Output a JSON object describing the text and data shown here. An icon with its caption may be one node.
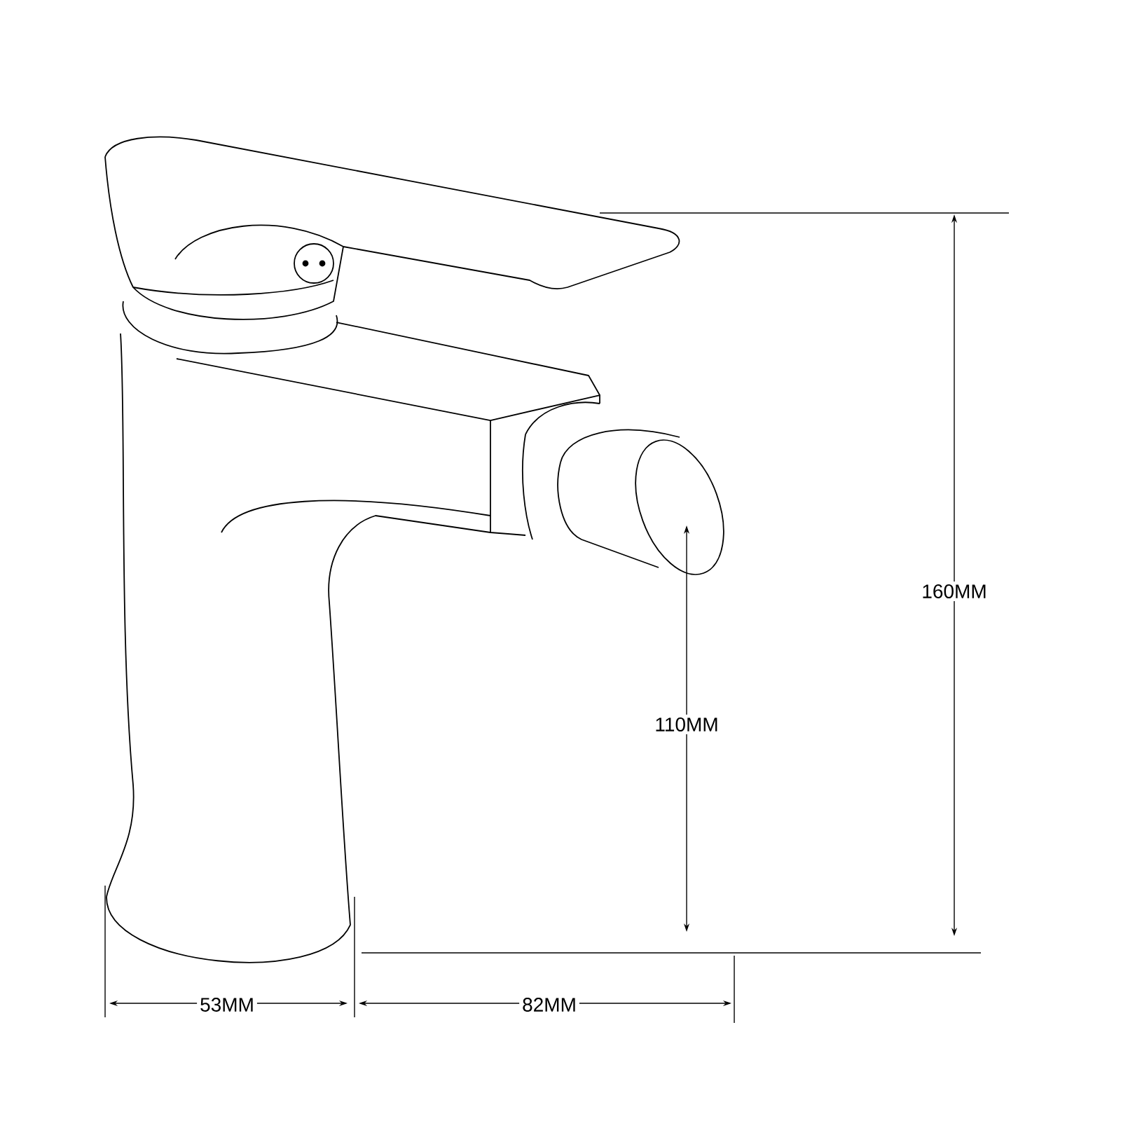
{
  "diagram": {
    "labels": [
      "160MM",
      "110MM",
      "53MM",
      "82MM"
    ]
  }
}
